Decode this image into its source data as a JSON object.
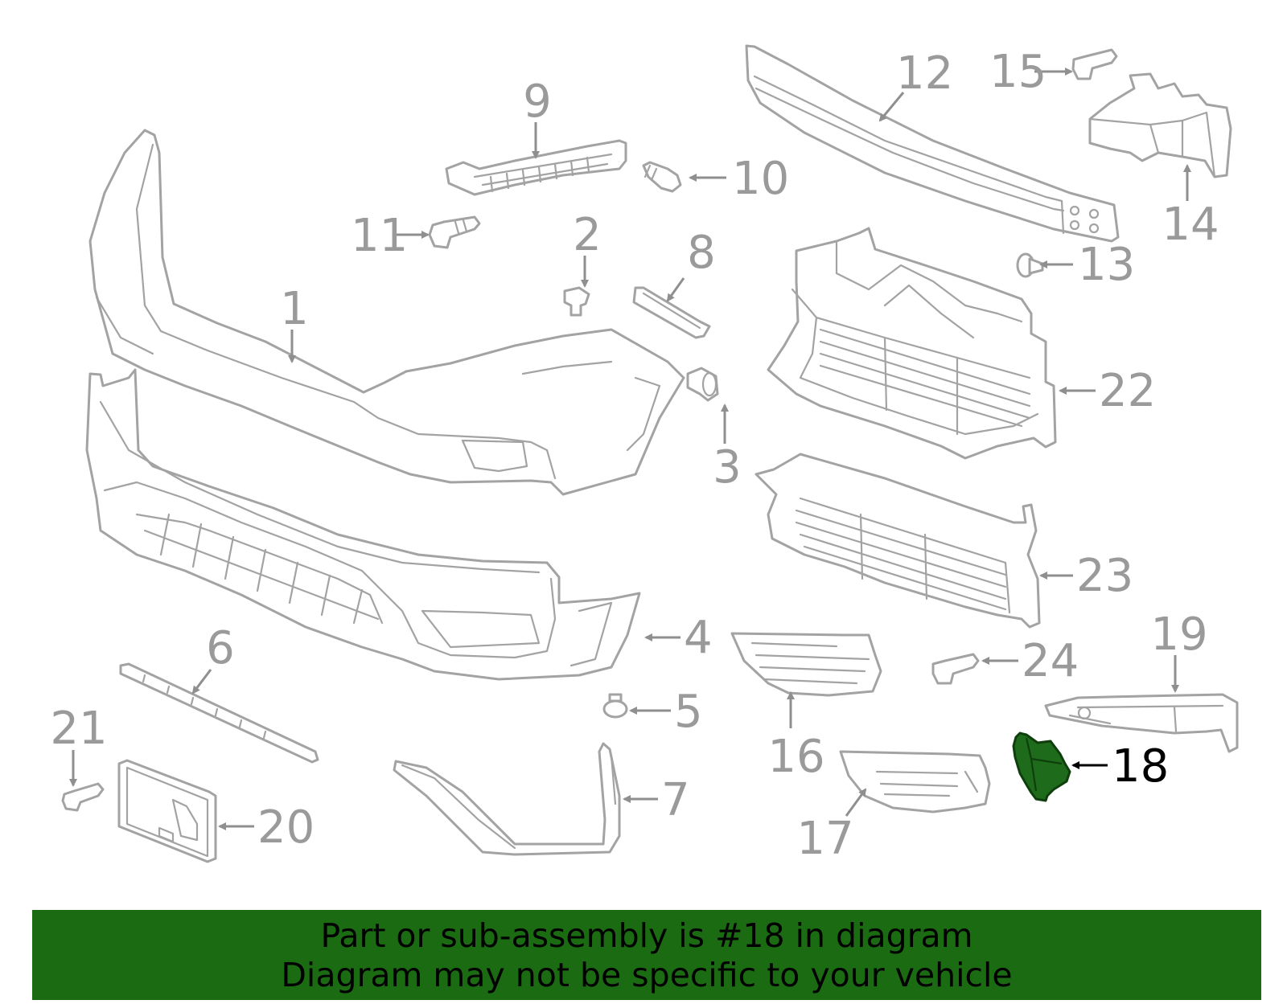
{
  "callouts": [
    "1",
    "2",
    "3",
    "4",
    "5",
    "6",
    "7",
    "8",
    "9",
    "10",
    "11",
    "12",
    "13",
    "14",
    "15",
    "16",
    "17",
    "18",
    "19",
    "20",
    "21",
    "22",
    "23",
    "24"
  ],
  "highlighted_callout": "18",
  "colors": {
    "highlight": "#1f6b1c",
    "banner": "#1b6b12",
    "part_line": "#a3a3a3"
  },
  "banner": {
    "line1": "Part or sub-assembly is #18 in diagram",
    "line2": "Diagram may not be specific to your vehicle"
  }
}
